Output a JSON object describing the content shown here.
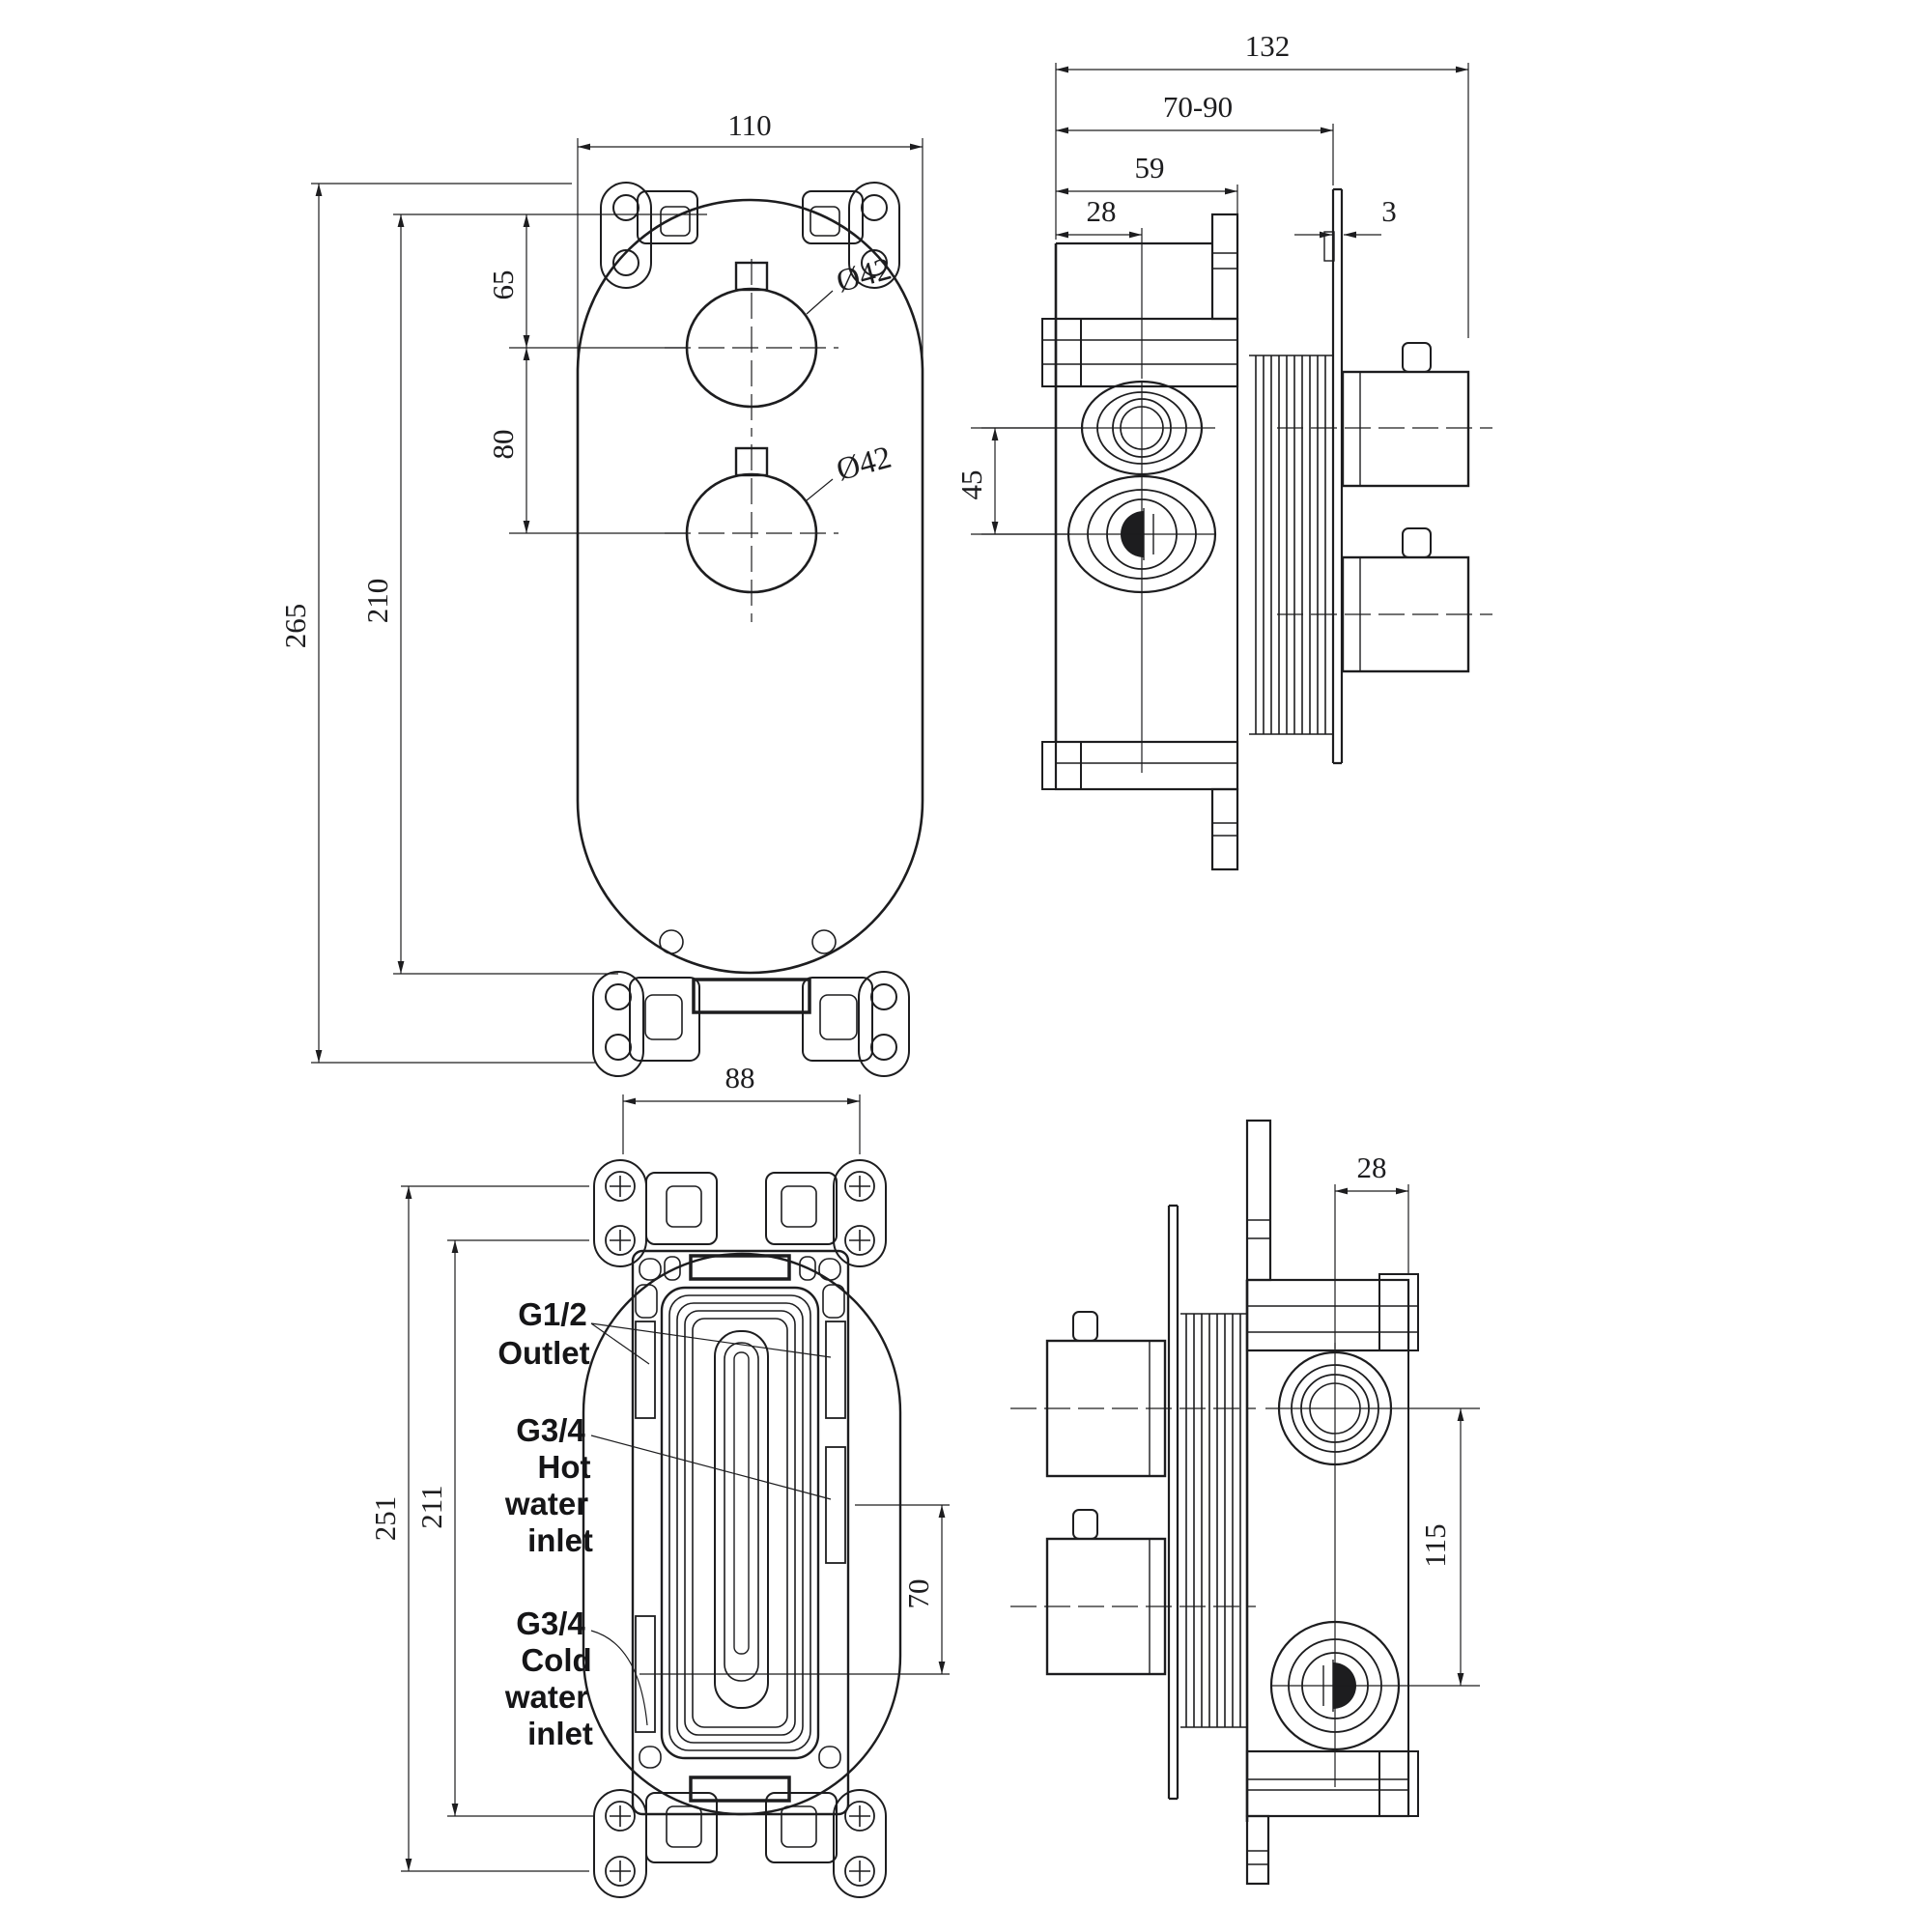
{
  "drawing": {
    "background": "#ffffff",
    "line_color": "#1d1d1f",
    "views": {
      "front": {
        "dims": {
          "width": "110",
          "overall_height": "265",
          "plate_height": "210",
          "top_to_knob1": "65",
          "knob1_to_knob2": "80",
          "knob1_diameter": "Ø42",
          "knob2_diameter": "Ø42"
        }
      },
      "side_top": {
        "dims": {
          "overall_depth": "132",
          "wall_adjust_range": "70-90",
          "body_depth": "59",
          "port_center_offset": "28",
          "plate_thickness": "3",
          "port_spacing": "45"
        }
      },
      "back": {
        "dims": {
          "screw_spacing_width": "88",
          "overall_height": "251",
          "screw_spacing_height": "211",
          "inlet_spacing": "70"
        },
        "labels": {
          "outlet": [
            "G1/2",
            "Outlet"
          ],
          "hot_inlet": [
            "G3/4",
            "Hot",
            "water",
            "inlet"
          ],
          "cold_inlet": [
            "G3/4",
            "Cold",
            "water",
            "inlet"
          ]
        }
      },
      "side_bottom": {
        "dims": {
          "port_center_offset": "28",
          "port_spacing": "115"
        }
      }
    }
  }
}
